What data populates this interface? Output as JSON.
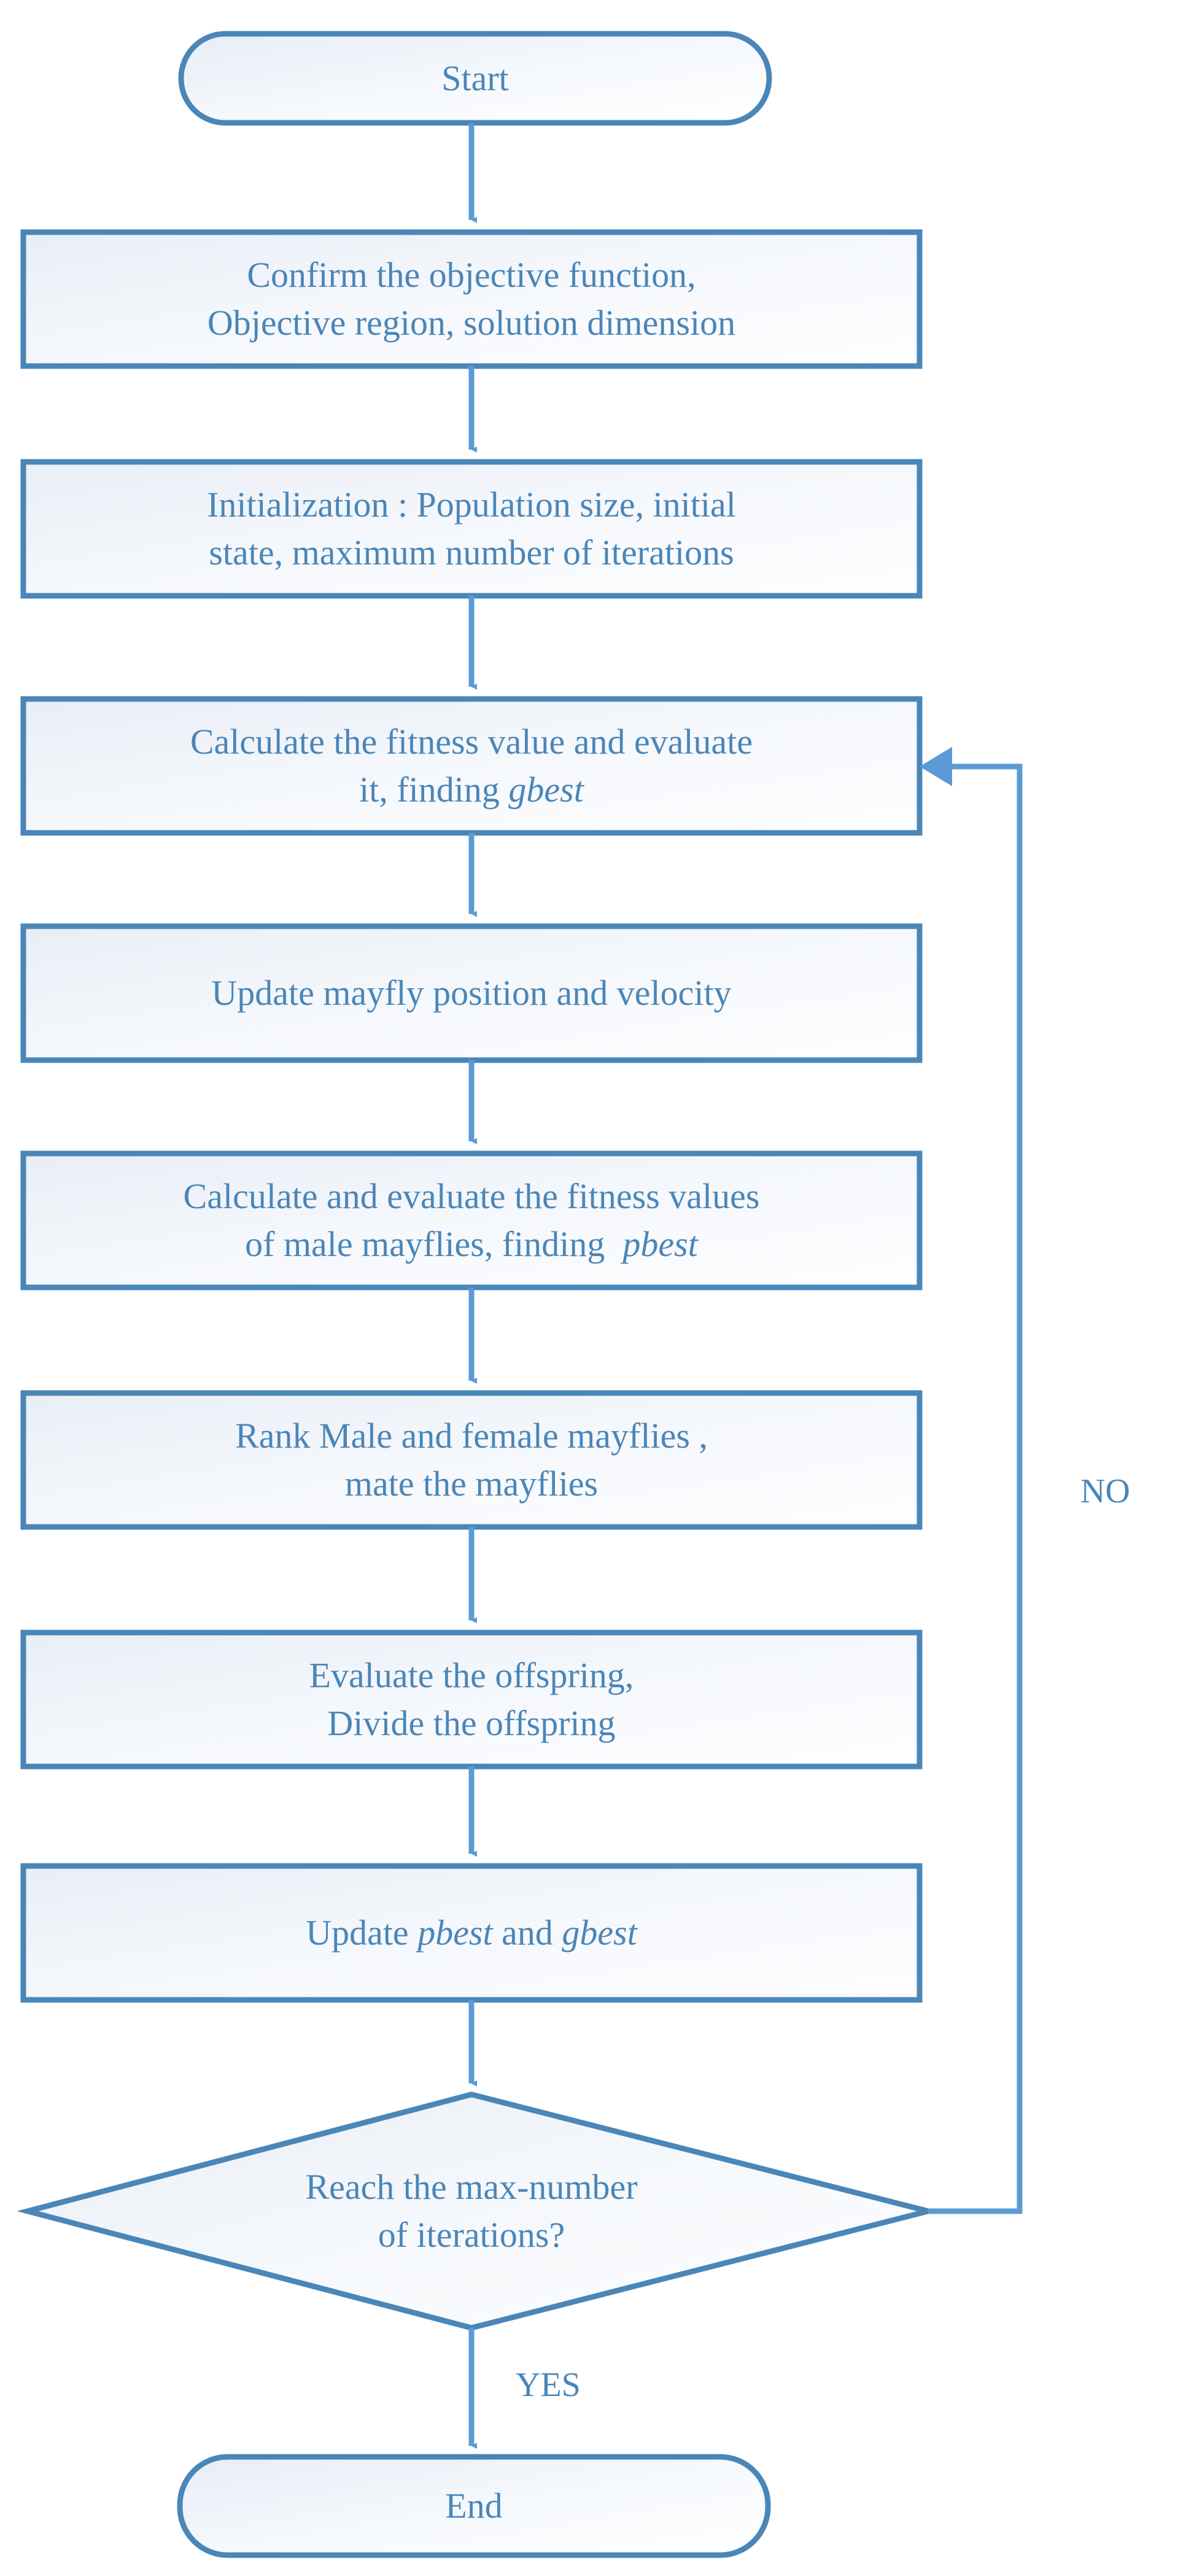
{
  "diagram": {
    "title": "Mayfly Algorithm Flowchart",
    "type": "flowchart",
    "colors": {
      "stroke": "#4a86b8",
      "text": "#4a86b8",
      "fill_light": "#ffffff",
      "fill_shade": "#eaeff7",
      "background": "#ffffff"
    },
    "nodes": [
      {
        "id": "start",
        "shape": "terminator",
        "lines": [
          {
            "text": "Start",
            "style": "normal"
          }
        ]
      },
      {
        "id": "confirm",
        "shape": "process",
        "lines": [
          {
            "text": "Confirm the objective function,",
            "style": "normal"
          },
          {
            "text": "Objective region, solution dimension",
            "style": "normal"
          }
        ]
      },
      {
        "id": "init",
        "shape": "process",
        "lines": [
          {
            "text": "Initialization : Population size, initial",
            "style": "normal"
          },
          {
            "text": "state, maximum number of iterations",
            "style": "normal"
          }
        ]
      },
      {
        "id": "fitness_gbest",
        "shape": "process",
        "lines": [
          {
            "text": "Calculate the fitness value and evaluate",
            "style": "normal"
          },
          {
            "text": "it, finding ",
            "style": "normal",
            "tail": "gbest",
            "tail_style": "italic"
          }
        ]
      },
      {
        "id": "update_pos",
        "shape": "process",
        "lines": [
          {
            "text": "Update mayfly position and velocity",
            "style": "normal"
          }
        ]
      },
      {
        "id": "male_pbest",
        "shape": "process",
        "lines": [
          {
            "text": "Calculate and evaluate the fitness values",
            "style": "normal"
          },
          {
            "text": "of male mayflies, finding  ",
            "style": "normal",
            "tail": "pbest",
            "tail_style": "italic"
          }
        ]
      },
      {
        "id": "rank_mate",
        "shape": "process",
        "lines": [
          {
            "text": "Rank Male and female mayflies ,",
            "style": "normal"
          },
          {
            "text": "mate the mayflies",
            "style": "normal"
          }
        ]
      },
      {
        "id": "offspring",
        "shape": "process",
        "lines": [
          {
            "text": "Evaluate the offspring,",
            "style": "normal"
          },
          {
            "text": "Divide the offspring",
            "style": "normal"
          }
        ]
      },
      {
        "id": "update_best",
        "shape": "process",
        "lines": [
          {
            "text": "Update ",
            "style": "normal",
            "mid": "pbest",
            "mid_style": "italic",
            "mid2": " and ",
            "tail": "gbest",
            "tail_style": "italic"
          }
        ]
      },
      {
        "id": "decision",
        "shape": "decision",
        "lines": [
          {
            "text": "Reach the max-number",
            "style": "normal"
          },
          {
            "text": "of iterations?",
            "style": "normal"
          }
        ]
      },
      {
        "id": "end",
        "shape": "terminator",
        "lines": [
          {
            "text": "End",
            "style": "normal"
          }
        ]
      }
    ],
    "edge_labels": {
      "no": "NO",
      "yes": "YES"
    },
    "node_labels": {
      "start": "Start",
      "confirm_l1": "Confirm the objective function,",
      "confirm_l2": "Objective region, solution dimension",
      "init_l1": "Initialization : Population size, initial",
      "init_l2": "state, maximum number of iterations",
      "fitness_l1": "Calculate the fitness value and evaluate",
      "fitness_l2_pre": "it, finding ",
      "fitness_l2_it": "gbest",
      "update_pos": "Update mayfly position and velocity",
      "male_l1": "Calculate and evaluate the fitness values",
      "male_l2_pre": "of male mayflies, finding ",
      "male_l2_it": "pbest",
      "rank_l1": "Rank Male and female mayflies ,",
      "rank_l2": "mate the mayflies",
      "offspring_l1": "Evaluate the offspring,",
      "offspring_l2": "Divide the offspring",
      "update_best_pre": "Update ",
      "update_best_it1": "pbest",
      "update_best_mid": " and ",
      "update_best_it2": "gbest",
      "decision_l1": "Reach the max-number",
      "decision_l2": "of iterations?",
      "end": "End"
    }
  }
}
